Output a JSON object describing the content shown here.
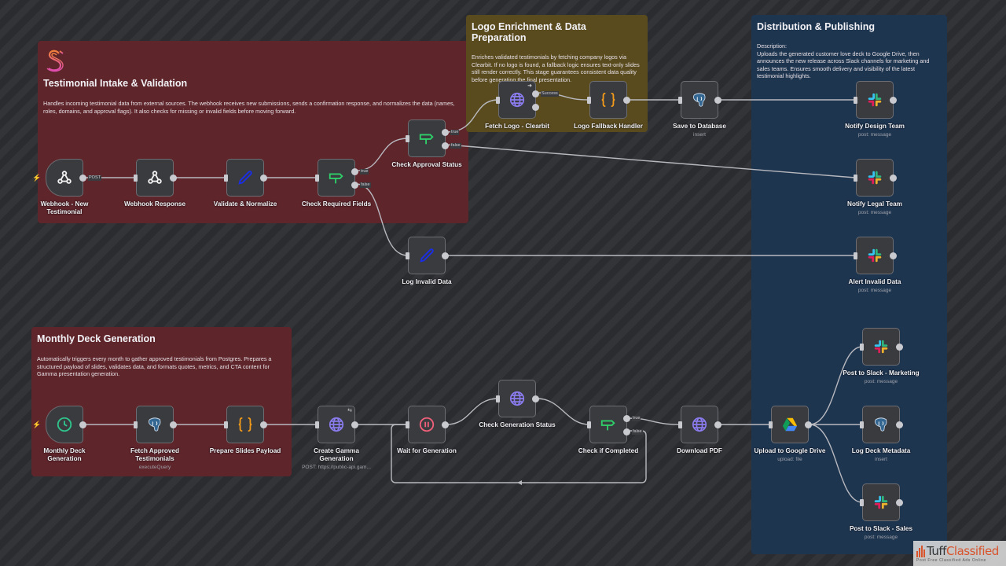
{
  "stickies": [
    {
      "id": "intake",
      "title": "Testimonial Intake & Validation",
      "description": "Handles incoming testimonial data from external sources. The webhook receives new submissions, sends a confirmation response, and normalizes the data (names, roles, domains, and approval flags). It also checks for missing or invalid fields before moving forward.",
      "color": "#5e252b"
    },
    {
      "id": "logo",
      "title": "Logo Enrichment & Data Preparation",
      "description": "Enriches validated testimonials by fetching company logos via Clearbit. If no logo is found, a fallback logic ensures text-only slides still render correctly. This stage guarantees consistent data quality before generating the final presentation.",
      "color": "#5a4b1f"
    },
    {
      "id": "distribution",
      "title": "Distribution & Publishing",
      "description_label": "Description:",
      "description": "Uploads the generated customer love deck to Google Drive, then announces the new release across Slack channels for marketing and sales teams. Ensures smooth delivery and visibility of the latest testimonial highlights.",
      "color": "#1e3550"
    },
    {
      "id": "monthly",
      "title": "Monthly Deck Generation",
      "description": "Automatically triggers every month to gather approved testimonials from Postgres. Prepares a structured payload of slides, validates data, and formats quotes, metrics, and CTA content for Gamma presentation generation.",
      "color": "#5e252b"
    }
  ],
  "nodes": {
    "webhook_new": {
      "label": "Webhook - New Testimonial",
      "icon": "webhook-icon",
      "output_label": "POST"
    },
    "webhook_response": {
      "label": "Webhook Response",
      "icon": "webhook-icon"
    },
    "validate": {
      "label": "Validate & Normalize",
      "icon": "pen-icon"
    },
    "check_required": {
      "label": "Check Required Fields",
      "icon": "signpost-icon",
      "true_label": "true",
      "false_label": "false"
    },
    "check_approval": {
      "label": "Check Approval Status",
      "icon": "signpost-icon",
      "true_label": "true",
      "false_label": "false"
    },
    "log_invalid": {
      "label": "Log Invalid Data",
      "icon": "pen-icon"
    },
    "fetch_logo": {
      "label": "Fetch Logo - Clearbit",
      "icon": "globe-icon",
      "output_label": "Success"
    },
    "logo_fallback": {
      "label": "Logo Fallback Handler",
      "icon": "code-braces-icon"
    },
    "save_db": {
      "label": "Save to Database",
      "icon": "postgres-icon",
      "subtitle": "insert"
    },
    "notify_design": {
      "label": "Notify Design Team",
      "icon": "slack-icon",
      "subtitle": "post: message"
    },
    "notify_legal": {
      "label": "Notify Legal Team",
      "icon": "slack-icon",
      "subtitle": "post: message"
    },
    "alert_invalid": {
      "label": "Alert Invalid Data",
      "icon": "slack-icon",
      "subtitle": "post: message"
    },
    "monthly_trigger": {
      "label": "Monthly Deck Generation",
      "icon": "clock-icon"
    },
    "fetch_approved": {
      "label": "Fetch Approved Testimonials",
      "icon": "postgres-icon",
      "subtitle": "executeQuery"
    },
    "prepare_slides": {
      "label": "Prepare Slides Payload",
      "icon": "code-braces-icon"
    },
    "create_gamma": {
      "label": "Create Gamma Generation",
      "icon": "globe-icon",
      "subtitle": "POST: https://public-api.gam..."
    },
    "wait_gen": {
      "label": "Wait for Generation",
      "icon": "pause-icon"
    },
    "check_status": {
      "label": "Check Generation Status",
      "icon": "globe-icon"
    },
    "check_completed": {
      "label": "Check if Completed",
      "icon": "signpost-icon",
      "true_label": "true",
      "false_label": "false"
    },
    "download_pdf": {
      "label": "Download PDF",
      "icon": "globe-icon"
    },
    "upload_drive": {
      "label": "Upload to Google Drive",
      "icon": "google-drive-icon",
      "subtitle": "upload: file"
    },
    "slack_marketing": {
      "label": "Post to Slack - Marketing",
      "icon": "slack-icon",
      "subtitle": "post: message"
    },
    "log_deck": {
      "label": "Log Deck Metadata",
      "icon": "postgres-icon",
      "subtitle": "insert"
    },
    "slack_sales": {
      "label": "Post to Slack - Sales",
      "icon": "slack-icon",
      "subtitle": "post: message"
    }
  },
  "watermark": {
    "brand_a": "Tuff",
    "brand_b": "Classified",
    "tagline": "Post Free Classified Ads Online"
  }
}
